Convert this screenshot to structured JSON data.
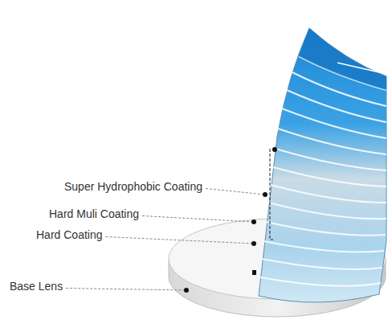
{
  "diagram": {
    "labels": [
      "Super Hydrophobic Coating",
      "Hard Muli Coating",
      "Hard Coating",
      "Base Lens"
    ]
  }
}
